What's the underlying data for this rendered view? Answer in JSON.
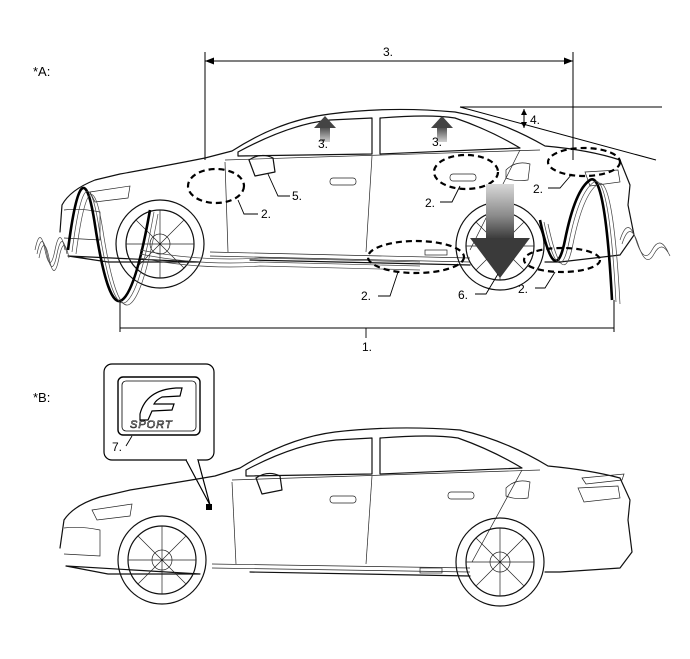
{
  "panels": {
    "a": {
      "label": "*A:"
    },
    "b": {
      "label": "*B:"
    }
  },
  "callouts": {
    "c1": "1.",
    "c2a": "2.",
    "c2b": "2.",
    "c2c": "2.",
    "c2d": "2.",
    "c2e": "2.",
    "c3_top": "3.",
    "c3_left": "3.",
    "c3_right": "3.",
    "c4": "4.",
    "c5": "5.",
    "c6": "6.",
    "c7": "7."
  },
  "badge": {
    "sport_text": "SPORT",
    "f_icon": "f-emblem-icon"
  },
  "colors": {
    "line": "#000000",
    "arrow_light": "#b0b0b0",
    "arrow_dark": "#404040"
  }
}
